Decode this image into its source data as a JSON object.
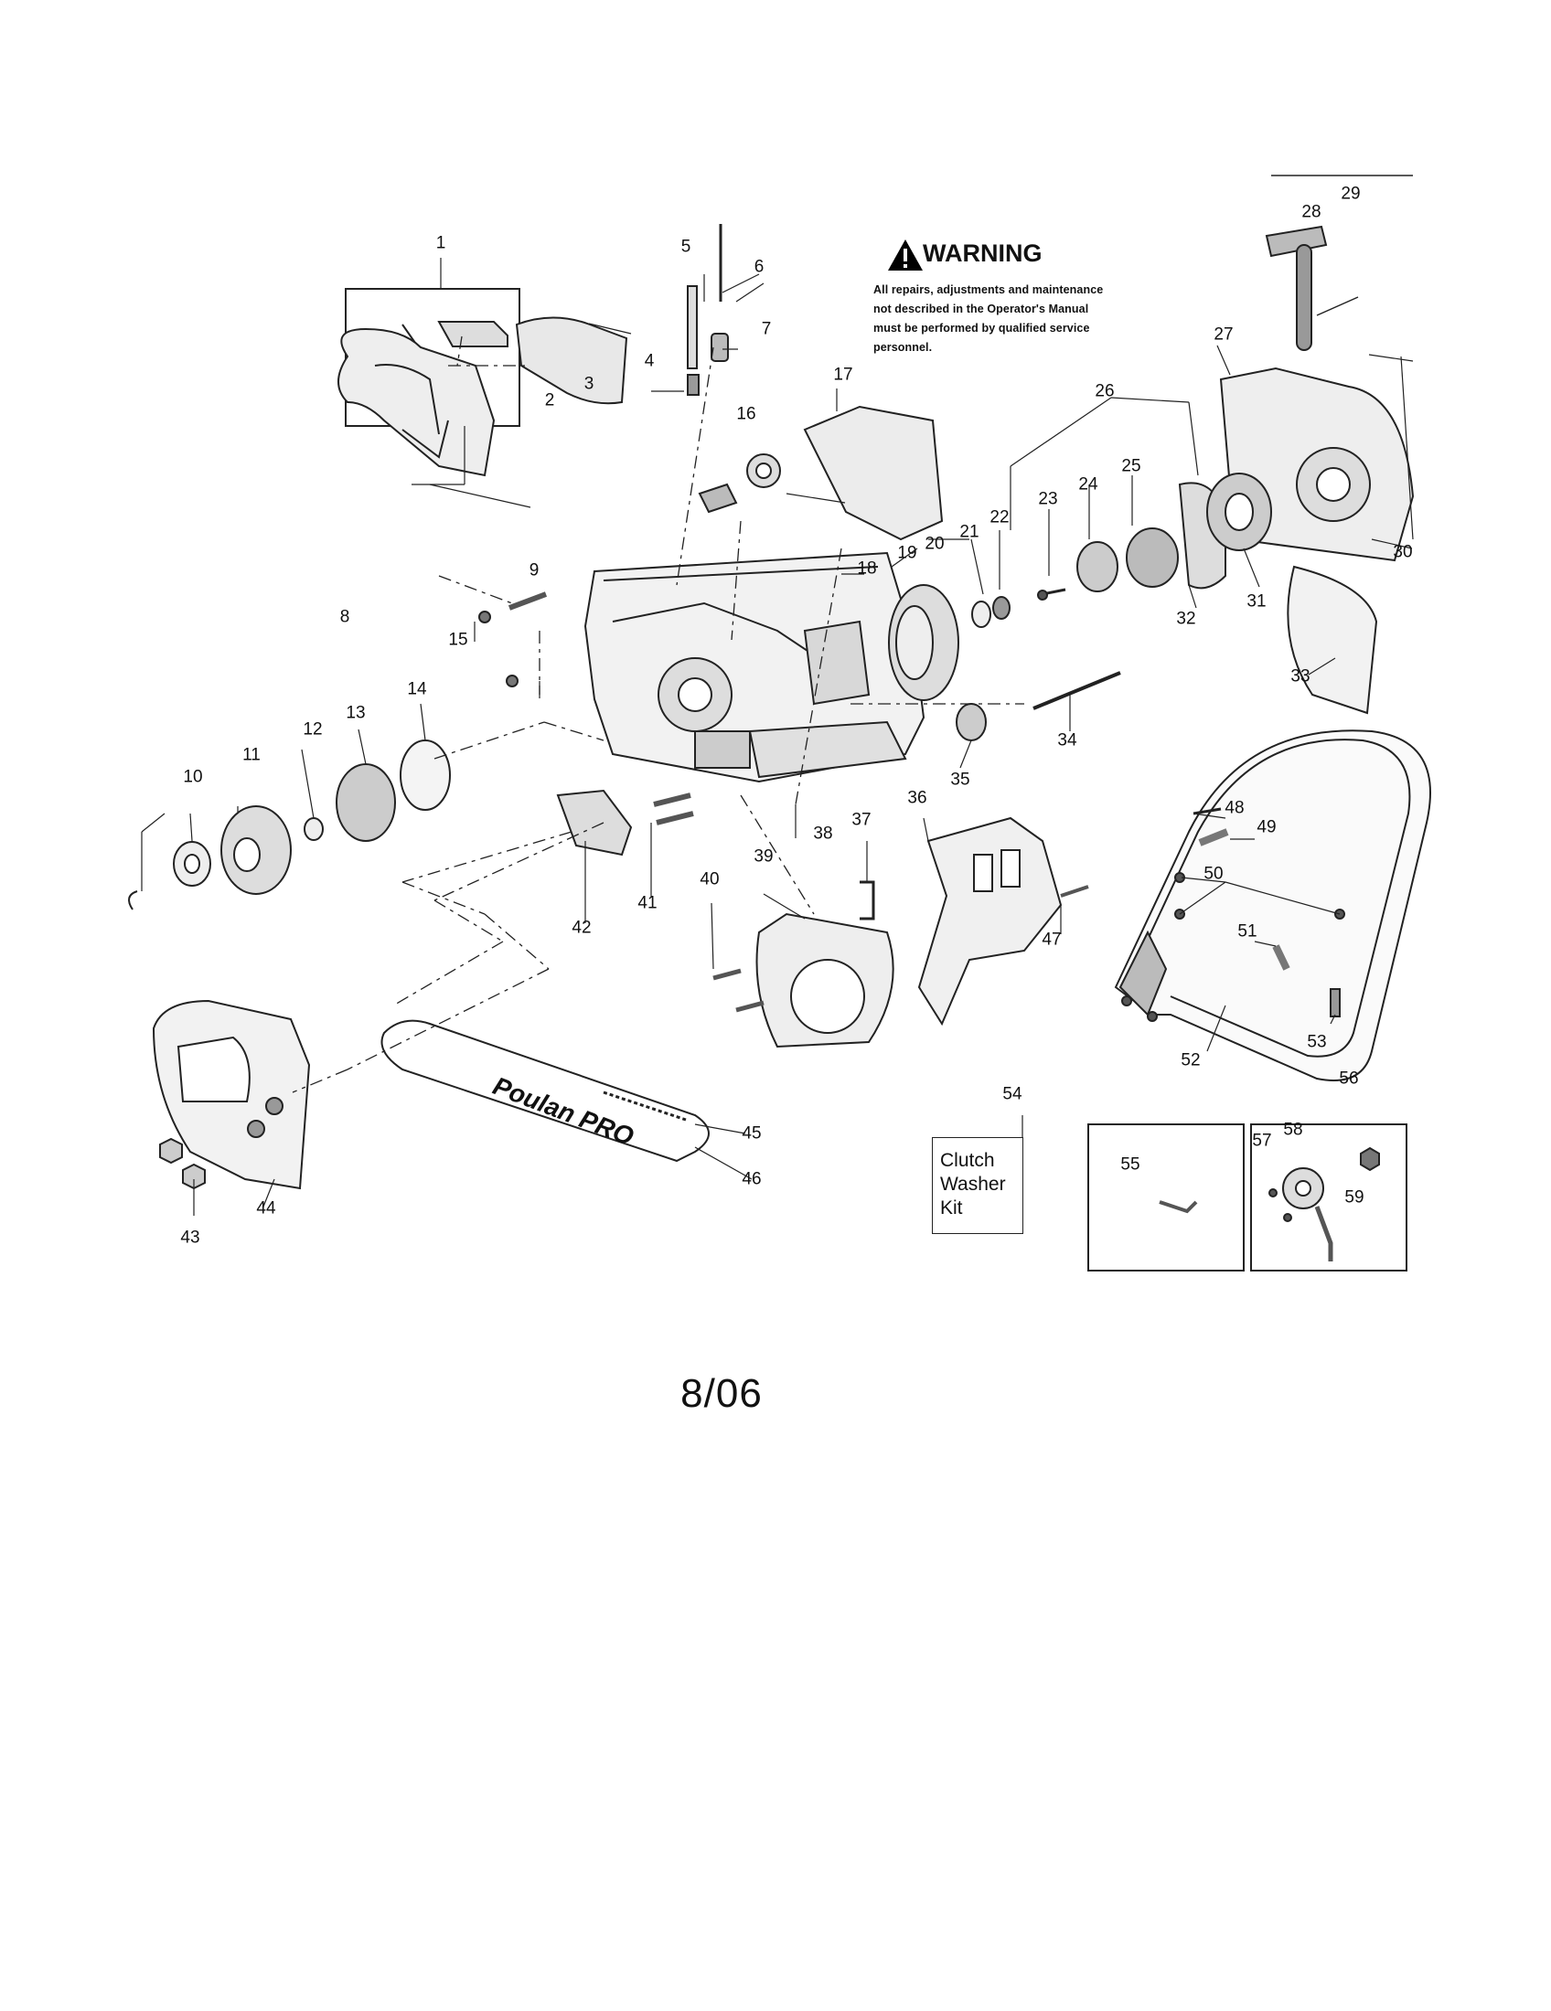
{
  "warning": {
    "title": "WARNING",
    "lines": [
      "All repairs, adjustments and maintenance",
      "not described in the Operator's Manual",
      "must be performed by qualified  service",
      "personnel."
    ]
  },
  "part_numbers": [
    "1",
    "2",
    "3",
    "4",
    "5",
    "6",
    "7",
    "8",
    "9",
    "10",
    "11",
    "12",
    "13",
    "14",
    "15",
    "16",
    "17",
    "18",
    "19",
    "20",
    "21",
    "22",
    "23",
    "24",
    "25",
    "26",
    "27",
    "28",
    "29",
    "30",
    "31",
    "32",
    "33",
    "34",
    "35",
    "36",
    "37",
    "38",
    "39",
    "40",
    "41",
    "42",
    "43",
    "44",
    "45",
    "46",
    "47",
    "48",
    "49",
    "50",
    "51",
    "52",
    "53",
    "54",
    "55",
    "56",
    "57",
    "58",
    "59"
  ],
  "kit_box": {
    "lines": [
      "Clutch",
      "Washer",
      "Kit"
    ]
  },
  "bar_logo": "Poulan PRO",
  "date_code": "8/06"
}
